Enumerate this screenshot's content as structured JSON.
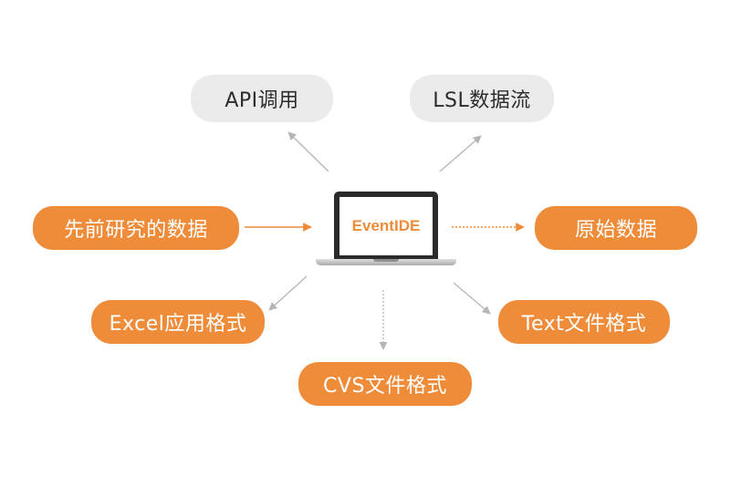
{
  "center": {
    "label": "EventIDE"
  },
  "nodes": {
    "api": "API调用",
    "lsl": "LSL数据流",
    "prev": "先前研究的数据",
    "raw": "原始数据",
    "excel": "Excel应用格式",
    "text": "Text文件格式",
    "cvs": "CVS文件格式"
  },
  "colors": {
    "accent": "#ef8c3a",
    "output_pill": "#ebebeb",
    "arrow_gray": "#b5b5b5"
  }
}
